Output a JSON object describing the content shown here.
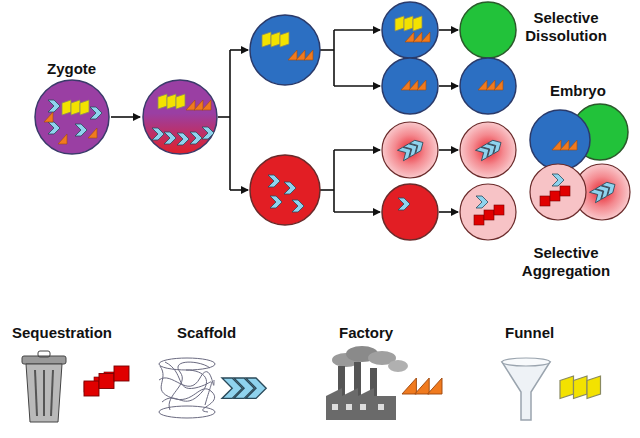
{
  "diagram": {
    "labels": [
      "Zygote",
      "Selective Dissolution",
      "Embryo",
      "Selective Aggregation"
    ],
    "legend": [
      {
        "text": "Sequestration"
      },
      {
        "text": "Scaffold"
      },
      {
        "text": "Factory"
      },
      {
        "text": "Funnel"
      }
    ]
  }
}
